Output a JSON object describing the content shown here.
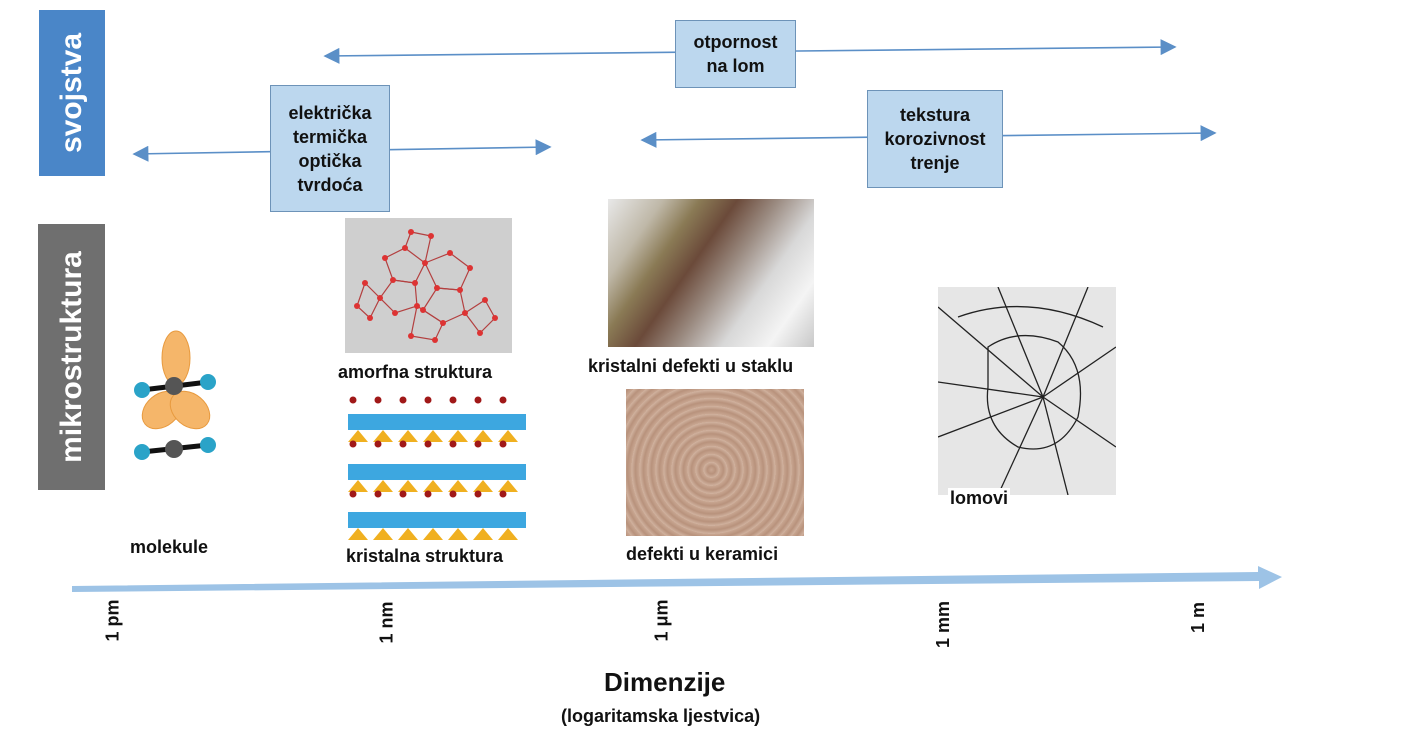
{
  "bands": {
    "properties": "svojstva",
    "microstructure": "mikrostruktura"
  },
  "property_boxes": {
    "fracture": [
      "otpornost",
      "na lom"
    ],
    "physical": [
      "električka",
      "termička",
      "optička",
      "tvrdoća"
    ],
    "surface": [
      "tekstura",
      "korozivnost",
      "trenje"
    ]
  },
  "captions": {
    "molecules": "molekule",
    "amorphous": "amorfna struktura",
    "crystalline": "kristalna struktura",
    "glass_defects": "kristalni defekti u staklu",
    "ceramic_defects": "defekti u keramici",
    "fractures": "lomovi"
  },
  "axis": {
    "ticks": [
      "1 pm",
      "1 nm",
      "1 μm",
      "1 mm",
      "1 m"
    ],
    "title": "Dimenzije",
    "subtitle": "(logaritamska ljestvica)"
  },
  "colors": {
    "band_blue": "#4a86c8",
    "band_gray": "#6f6f6f",
    "box_fill": "#bcd7ee",
    "arrow": "#5b8fc7",
    "axis_arrow": "#9dc3e6"
  }
}
